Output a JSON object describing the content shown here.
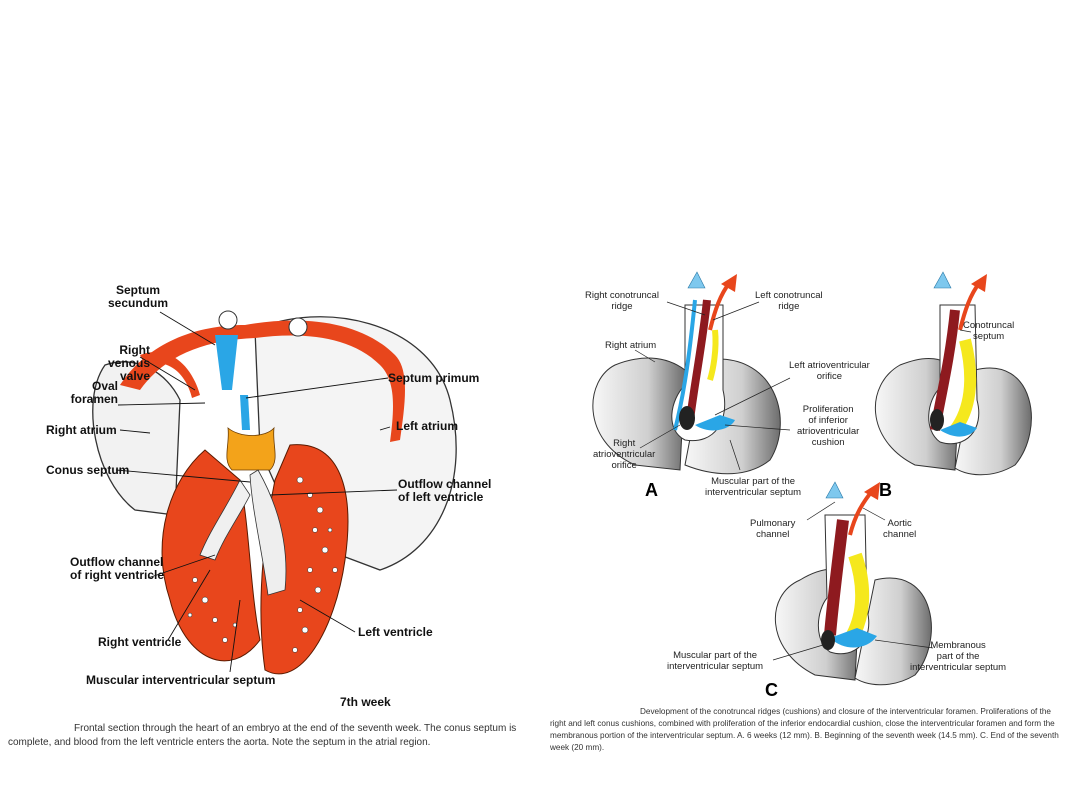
{
  "left": {
    "labels": {
      "septum_secundum": "Septum\nsecundum",
      "right_venous_valve": "Right venous\nvalve",
      "oval_foramen": "Oval\nforamen",
      "right_atrium": "Right atrium",
      "conus_septum": "Conus septum",
      "outflow_right": "Outflow channel\nof right ventricle",
      "right_ventricle": "Right ventricle",
      "muscular_iv_septum": "Muscular interventricular septum",
      "septum_primum": "Septum primum",
      "left_atrium": "Left atrium",
      "outflow_left": "Outflow channel\nof left ventricle",
      "left_ventricle": "Left ventricle",
      "week": "7th week"
    },
    "caption": "Frontal section through the heart of an embryo at the end of the seventh week. The conus septum is complete, and blood from the left ventricle enters the aorta. Note the septum in the atrial region."
  },
  "right": {
    "labels": {
      "right_conotruncal_ridge": "Right conotruncal\nridge",
      "left_conotruncal_ridge": "Left conotruncal\nridge",
      "right_atrium": "Right atrium",
      "left_av_orifice": "Left atrioventricular\norifice",
      "proliferation": "Proliferation\nof inferior\natrioventricular\ncushion",
      "right_av_orifice": "Right\natrioventricular\norifice",
      "muscular_part_a": "Muscular part of the\ninterventricular septum",
      "conotruncal_septum": "Conotruncal\nseptum",
      "pulmonary_channel": "Pulmonary\nchannel",
      "aortic_channel": "Aortic\nchannel",
      "muscular_part_c": "Muscular part of the\ninterventricular septum",
      "membranous_part": "Membranous\npart of the\ninterventricular septum"
    },
    "letters": {
      "a": "A",
      "b": "B",
      "c": "C"
    },
    "caption": "Development of the conotruncal ridges (cushions) and closure of the interventricular foramen. Proliferations of the right and left conus cushions, combined with proliferation of the inferior endocardial cushion, close the interventricular foramen and form the membranous portion of the interventricular septum. A. 6 weeks (12 mm). B. Beginning of the seventh week (14.5 mm). C. End of the seventh week (20 mm)."
  },
  "colors": {
    "tissue_red": "#e8461c",
    "blue": "#2aa6e6",
    "orange": "#f3a31a",
    "yellow": "#f5e81d",
    "dark_red": "#8e1a1f",
    "gray": "#9a9a9a"
  }
}
